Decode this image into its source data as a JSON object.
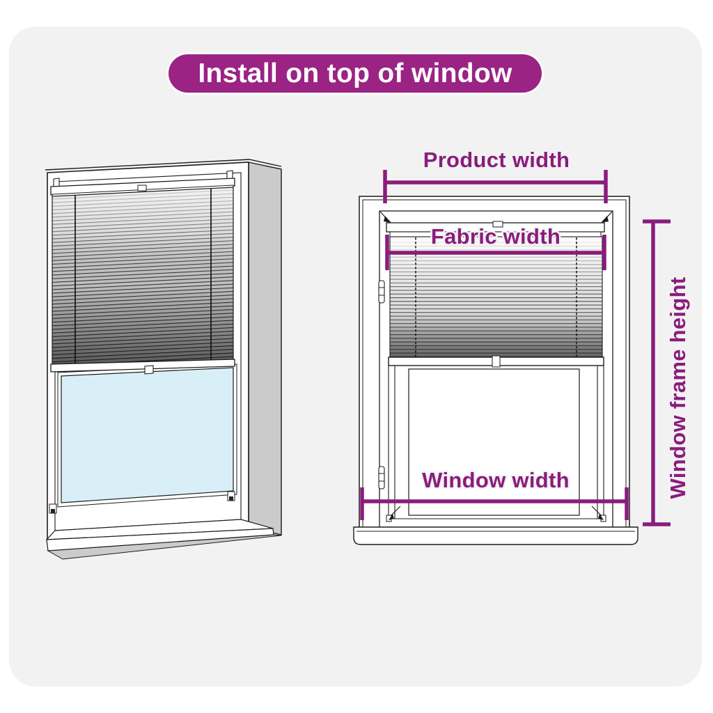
{
  "page": {
    "background": "#FFFFFF",
    "panel_background": "#F2F2F3"
  },
  "banner": {
    "label": "Install on top of window",
    "background": "#9A2384",
    "text_color": "#FFFFFF"
  },
  "diagram": {
    "accent_color": "#8A1C7C",
    "labels": {
      "product_width": "Product width",
      "fabric_width": "Fabric width",
      "window_width": "Window width",
      "window_frame_height": "Window frame height"
    },
    "left_illustration": {
      "description": "3D perspective window with pleated blind installed on top of the frame, glass visible below",
      "glass_color": "#D8EFF8",
      "depth_color": "#CBCBCB"
    },
    "right_illustration": {
      "description": "Front-view window diagram with pleated blind and measurement arrows"
    }
  }
}
